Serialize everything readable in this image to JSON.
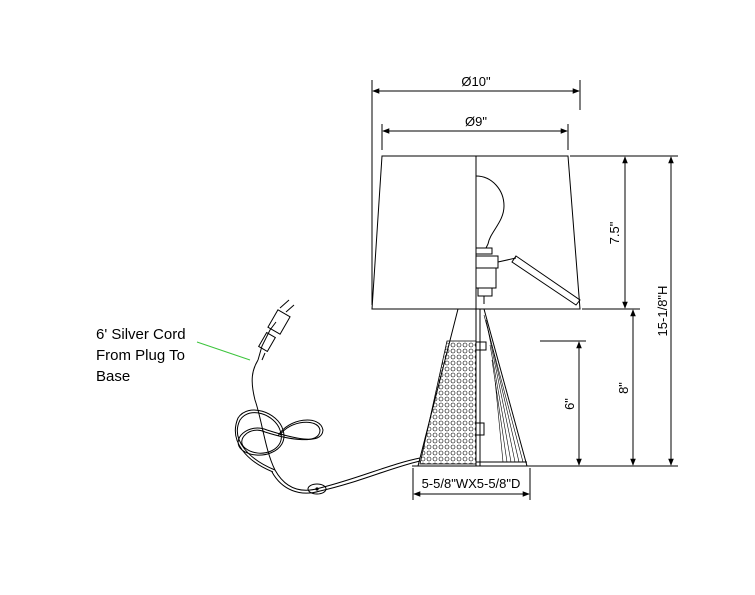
{
  "dimensions": {
    "shade_top_diameter": "Ø10\"",
    "shade_bottom_diameter": "Ø9\"",
    "shade_height": "7.5\"",
    "overall_height": "15-1/8\"H",
    "base_height": "8\"",
    "perforated_height": "6\"",
    "base_footprint": "5-5/8\"WX5-5/8\"D"
  },
  "cord_label": [
    "6' Silver Cord",
    "From Plug To",
    "Base"
  ],
  "colors": {
    "line": "#000000",
    "leader": "#3cc43c",
    "background": "#ffffff"
  }
}
